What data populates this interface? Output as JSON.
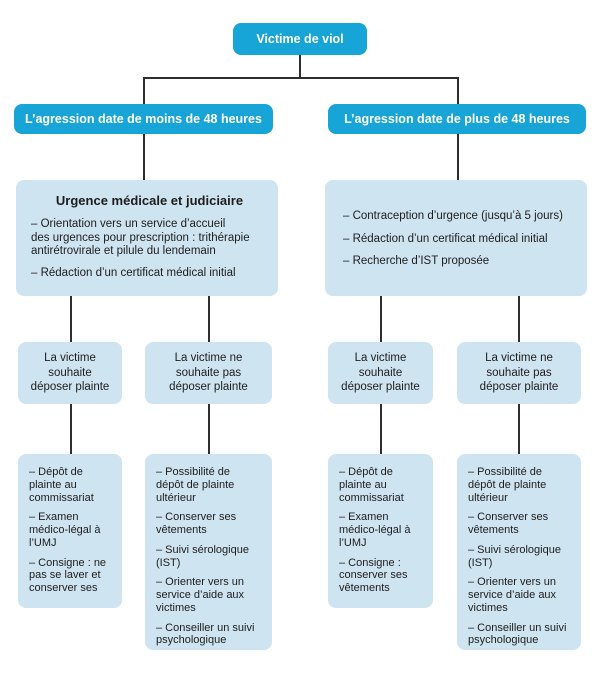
{
  "colors": {
    "node_cyan": "#17a4d6",
    "node_light_blue": "#cfe4f1",
    "text": "#1d1d1b",
    "connector": "#2e2e2e",
    "background": "#ffffff"
  },
  "root": {
    "label": "Victime de viol"
  },
  "branches": [
    {
      "header": "L’agression date de moins de 48 heures",
      "info": {
        "title": "Urgence médicale et judiciaire",
        "bullets": [
          "– Orientation vers un service d’accueil\ndes urgences pour prescription : trithérapie\nantirétrovirale et pilule du lendemain",
          "– Rédaction d’un certificat médical initial"
        ]
      },
      "choices": [
        {
          "label": "La victime\nsouhaite\ndéposer plainte",
          "actions": [
            "– Dépôt de\nplainte au\ncommissariat",
            "– Examen\nmédico-légal à\nl’UMJ",
            "– Consigne : ne\npas se laver et\nconserver ses"
          ]
        },
        {
          "label": "La victime ne\nsouhaite pas\ndéposer plainte",
          "actions": [
            "– Possibilité de\ndépôt de plainte\nultérieur",
            "– Conserver ses\nvêtements",
            "– Suivi sérologique\n(IST)",
            "– Orienter vers un\nservice d’aide aux\nvictimes",
            "– Conseiller un suivi\npsychologique"
          ]
        }
      ]
    },
    {
      "header": "L’agression date de plus de 48 heures",
      "info": {
        "title": "",
        "bullets": [
          "– Contraception d’urgence (jusqu’à 5 jours)",
          "– Rédaction d’un certificat médical initial",
          "– Recherche d’IST proposée"
        ]
      },
      "choices": [
        {
          "label": "La victime\nsouhaite\ndéposer plainte",
          "actions": [
            "– Dépôt de\nplainte au\ncommissariat",
            "– Examen\nmédico-légal à\nl’UMJ",
            "– Consigne :\nconserver ses\nvêtements"
          ]
        },
        {
          "label": "La victime ne\nsouhaite pas\ndéposer plainte",
          "actions": [
            "– Possibilité de\ndépôt de plainte\nultérieur",
            "– Conserver ses\nvêtements",
            "– Suivi sérologique\n(IST)",
            "– Orienter vers un\nservice d’aide aux\nvictimes",
            "– Conseiller un suivi\npsychologique"
          ]
        }
      ]
    }
  ]
}
